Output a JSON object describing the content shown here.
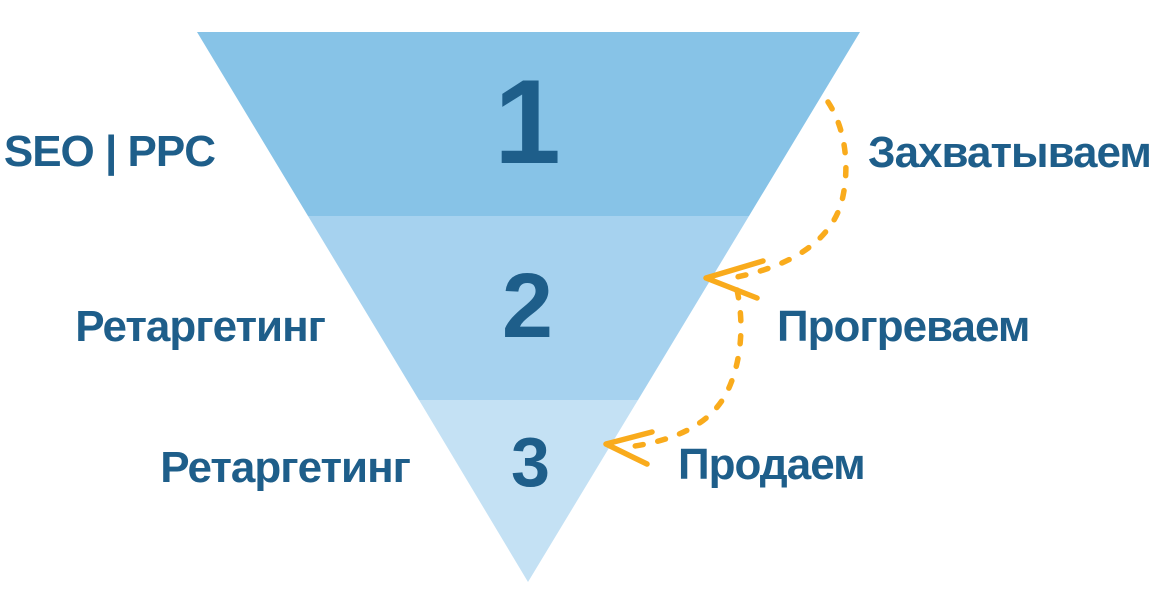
{
  "funnel": {
    "type": "funnel",
    "tiers": [
      {
        "number": "1",
        "left_label": "SEO | PPC",
        "right_label": "Захватываем",
        "color": "#87C3E7"
      },
      {
        "number": "2",
        "left_label": "Ретаргетинг",
        "right_label": "Прогреваем",
        "color": "#A6D2EF"
      },
      {
        "number": "3",
        "left_label": "Ретаргетинг",
        "right_label": "Продаем",
        "color": "#C4E1F4"
      }
    ],
    "colors": {
      "label_text": "#1E5E8A",
      "number_text": "#1E5E8A",
      "arrow": "#F9AB1C",
      "background": "#FFFFFF"
    }
  }
}
